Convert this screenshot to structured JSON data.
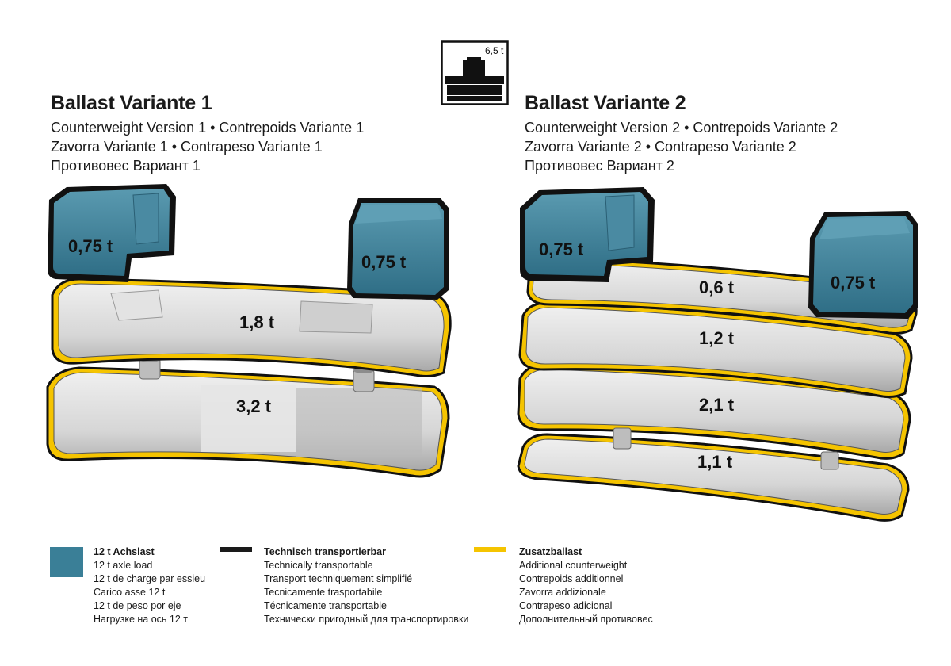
{
  "icon": {
    "name": "crane-carrier-icon",
    "weight": "6,5 t"
  },
  "variant1": {
    "title": "Ballast Variante 1",
    "subtitles": [
      "Counterweight Version 1 • Contrepoids Variante 1",
      "Zavorra Variante 1 • Contrapeso Variante 1",
      "Противовес Вариант 1"
    ],
    "blocks": [
      {
        "label": "0,75 t",
        "type": "axle-load"
      },
      {
        "label": "0,75 t",
        "type": "axle-load"
      },
      {
        "label": "1,8 t",
        "type": "additional"
      },
      {
        "label": "3,2 t",
        "type": "additional"
      }
    ]
  },
  "variant2": {
    "title": "Ballast Variante 2",
    "subtitles": [
      "Counterweight Version 2 • Contrepoids Variante 2",
      "Zavorra Variante 2 • Contrapeso Variante 2",
      "Противовес Вариант 2"
    ],
    "blocks": [
      {
        "label": "0,75 t",
        "type": "axle-load"
      },
      {
        "label": "0,75 t",
        "type": "axle-load"
      },
      {
        "label": "0,6 t",
        "type": "additional"
      },
      {
        "label": "1,2 t",
        "type": "additional"
      },
      {
        "label": "2,1 t",
        "type": "additional"
      },
      {
        "label": "1,1 t",
        "type": "additional"
      }
    ]
  },
  "colors": {
    "axle_blue": "#3a7f97",
    "black_line": "#1a1a1a",
    "yellow": "#f5c400",
    "grey": "#d9d9d9"
  },
  "legend": [
    {
      "title": "12 t Achslast",
      "lines": [
        "12 t axle load",
        "12 t de charge par essieu",
        "Carico asse 12 t",
        "12 t de peso por eje",
        "Нагрузке на ось 12 т"
      ]
    },
    {
      "title": "Technisch transportierbar",
      "lines": [
        "Technically transportable",
        "Transport techniquement simplifié",
        "Tecnicamente trasportabile",
        "Técnicamente transportable",
        "Технически пригодный для транспортировки"
      ]
    },
    {
      "title": "Zusatzballast",
      "lines": [
        "Additional counterweight",
        "Contrepoids additionnel",
        "Zavorra addizionale",
        "Contrapeso adicional",
        "Дополнительный противовес"
      ]
    }
  ]
}
